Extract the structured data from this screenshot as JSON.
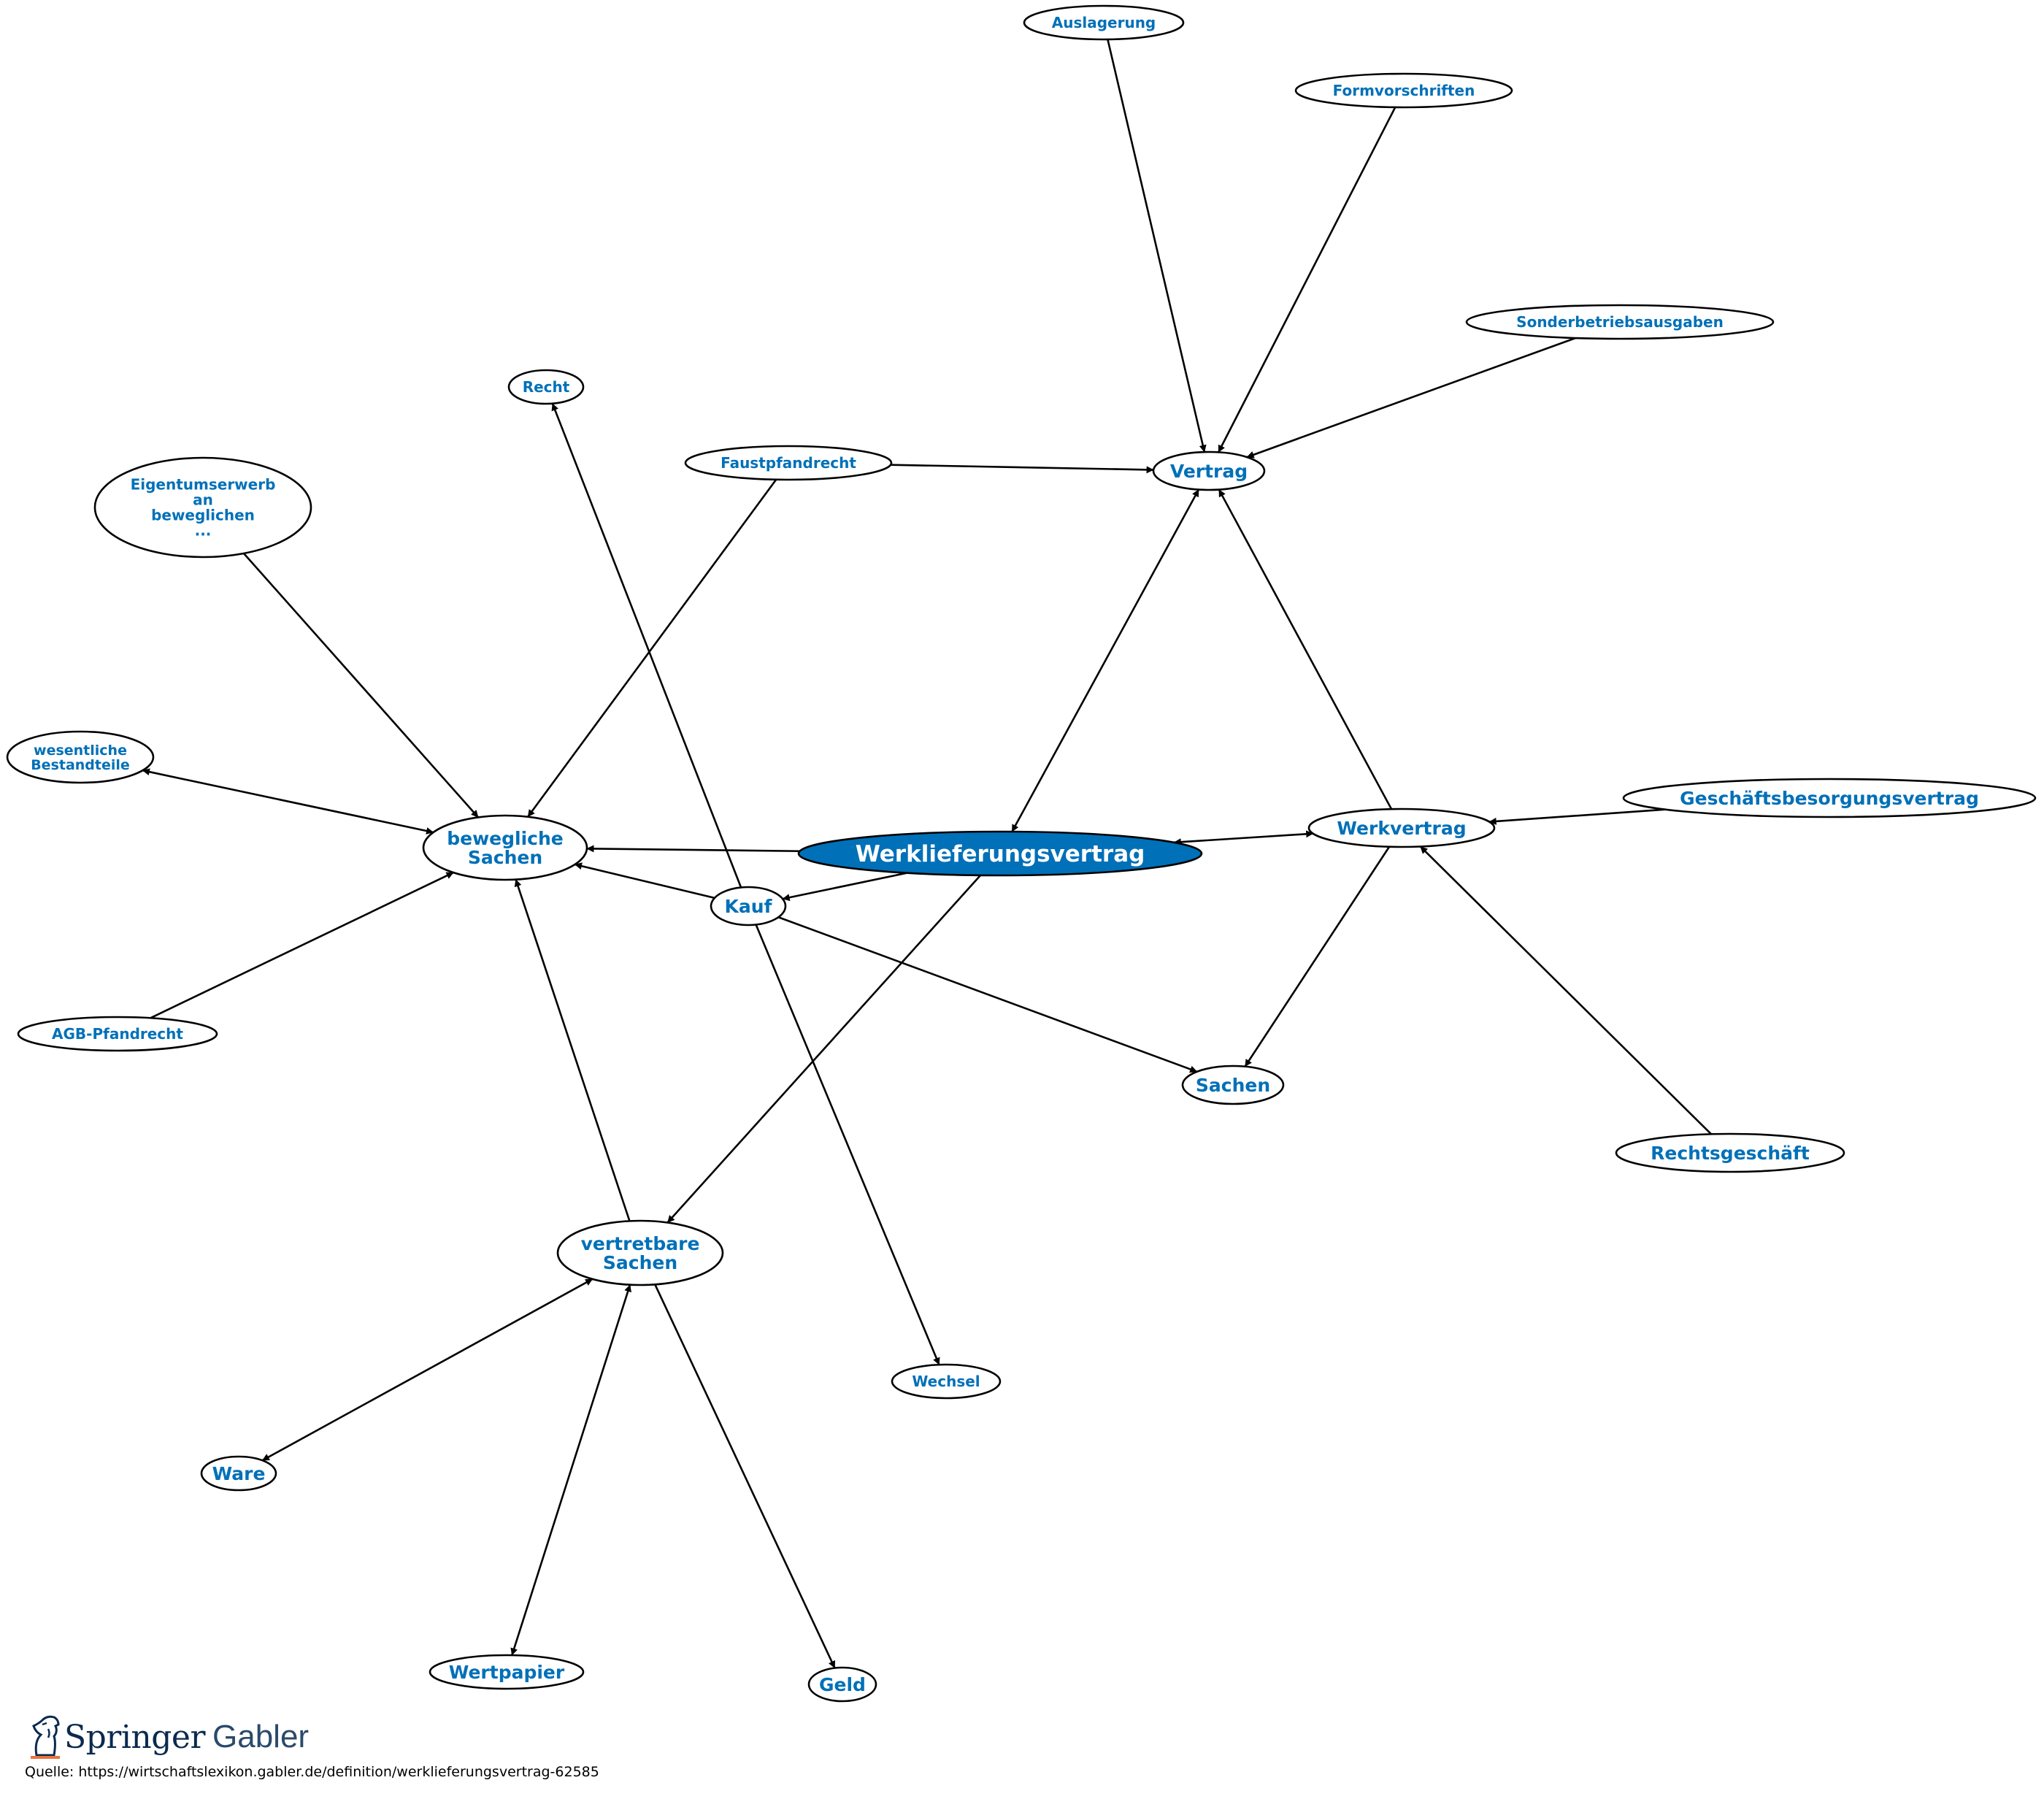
{
  "diagram": {
    "center": "Werklieferungsvertrag",
    "nodes": [
      {
        "id": "auslagerung",
        "label": [
          "Auslagerung"
        ]
      },
      {
        "id": "formvorschriften",
        "label": [
          "Formvorschriften"
        ]
      },
      {
        "id": "sonderbetriebsausgaben",
        "label": [
          "Sonderbetriebsausgaben"
        ]
      },
      {
        "id": "recht",
        "label": [
          "Recht"
        ]
      },
      {
        "id": "faustpfandrecht",
        "label": [
          "Faustpfandrecht"
        ]
      },
      {
        "id": "vertrag",
        "label": [
          "Vertrag"
        ]
      },
      {
        "id": "eigentumserwerb",
        "label": [
          "Eigentumserwerb",
          "an",
          "beweglichen",
          "..."
        ]
      },
      {
        "id": "wesentliche",
        "label": [
          "wesentliche",
          "Bestandteile"
        ]
      },
      {
        "id": "bewegliche",
        "label": [
          "bewegliche",
          "Sachen"
        ]
      },
      {
        "id": "werklieferungsvertrag",
        "label": [
          "Werklieferungsvertrag"
        ]
      },
      {
        "id": "werkvertrag",
        "label": [
          "Werkvertrag"
        ]
      },
      {
        "id": "geschaeftsbesorgungsvertrag",
        "label": [
          "Geschäftsbesorgungsvertrag"
        ]
      },
      {
        "id": "kauf",
        "label": [
          "Kauf"
        ]
      },
      {
        "id": "agb",
        "label": [
          "AGB-Pfandrecht"
        ]
      },
      {
        "id": "sachen",
        "label": [
          "Sachen"
        ]
      },
      {
        "id": "rechtsgeschaeft",
        "label": [
          "Rechtsgeschäft"
        ]
      },
      {
        "id": "vertretbare",
        "label": [
          "vertretbare",
          "Sachen"
        ]
      },
      {
        "id": "wechsel",
        "label": [
          "Wechsel"
        ]
      },
      {
        "id": "ware",
        "label": [
          "Ware"
        ]
      },
      {
        "id": "wertpapier",
        "label": [
          "Wertpapier"
        ]
      },
      {
        "id": "geld",
        "label": [
          "Geld"
        ]
      }
    ],
    "edges": [
      {
        "from": "auslagerung",
        "to": "vertrag",
        "dir": "forward"
      },
      {
        "from": "formvorschriften",
        "to": "vertrag",
        "dir": "forward"
      },
      {
        "from": "sonderbetriebsausgaben",
        "to": "vertrag",
        "dir": "forward"
      },
      {
        "from": "faustpfandrecht",
        "to": "vertrag",
        "dir": "forward"
      },
      {
        "from": "faustpfandrecht",
        "to": "bewegliche",
        "dir": "forward"
      },
      {
        "from": "kauf",
        "to": "recht",
        "dir": "forward"
      },
      {
        "from": "vertrag",
        "to": "werklieferungsvertrag",
        "dir": "both"
      },
      {
        "from": "werkvertrag",
        "to": "vertrag",
        "dir": "forward"
      },
      {
        "from": "eigentumserwerb",
        "to": "bewegliche",
        "dir": "forward"
      },
      {
        "from": "wesentliche",
        "to": "bewegliche",
        "dir": "both"
      },
      {
        "from": "werklieferungsvertrag",
        "to": "bewegliche",
        "dir": "forward"
      },
      {
        "from": "werklieferungsvertrag",
        "to": "werkvertrag",
        "dir": "both"
      },
      {
        "from": "geschaeftsbesorgungsvertrag",
        "to": "werkvertrag",
        "dir": "forward"
      },
      {
        "from": "werklieferungsvertrag",
        "to": "kauf",
        "dir": "forward"
      },
      {
        "from": "kauf",
        "to": "bewegliche",
        "dir": "forward"
      },
      {
        "from": "agb",
        "to": "bewegliche",
        "dir": "forward"
      },
      {
        "from": "kauf",
        "to": "sachen",
        "dir": "forward"
      },
      {
        "from": "werkvertrag",
        "to": "sachen",
        "dir": "forward"
      },
      {
        "from": "rechtsgeschaeft",
        "to": "werkvertrag",
        "dir": "forward"
      },
      {
        "from": "werklieferungsvertrag",
        "to": "vertretbare",
        "dir": "forward"
      },
      {
        "from": "vertretbare",
        "to": "bewegliche",
        "dir": "forward"
      },
      {
        "from": "kauf",
        "to": "wechsel",
        "dir": "forward"
      },
      {
        "from": "vertretbare",
        "to": "ware",
        "dir": "both"
      },
      {
        "from": "vertretbare",
        "to": "wertpapier",
        "dir": "both"
      },
      {
        "from": "vertretbare",
        "to": "geld",
        "dir": "forward"
      }
    ]
  },
  "colors": {
    "label": "#0070b8",
    "center_fill": "#0070b8",
    "center_label": "#ffffff",
    "stroke": "#000000"
  },
  "footer": {
    "logo_brand": "Springer",
    "logo_imprint": "Gabler",
    "source": "Quelle: https://wirtschaftslexikon.gabler.de/definition/werklieferungsvertrag-62585"
  }
}
